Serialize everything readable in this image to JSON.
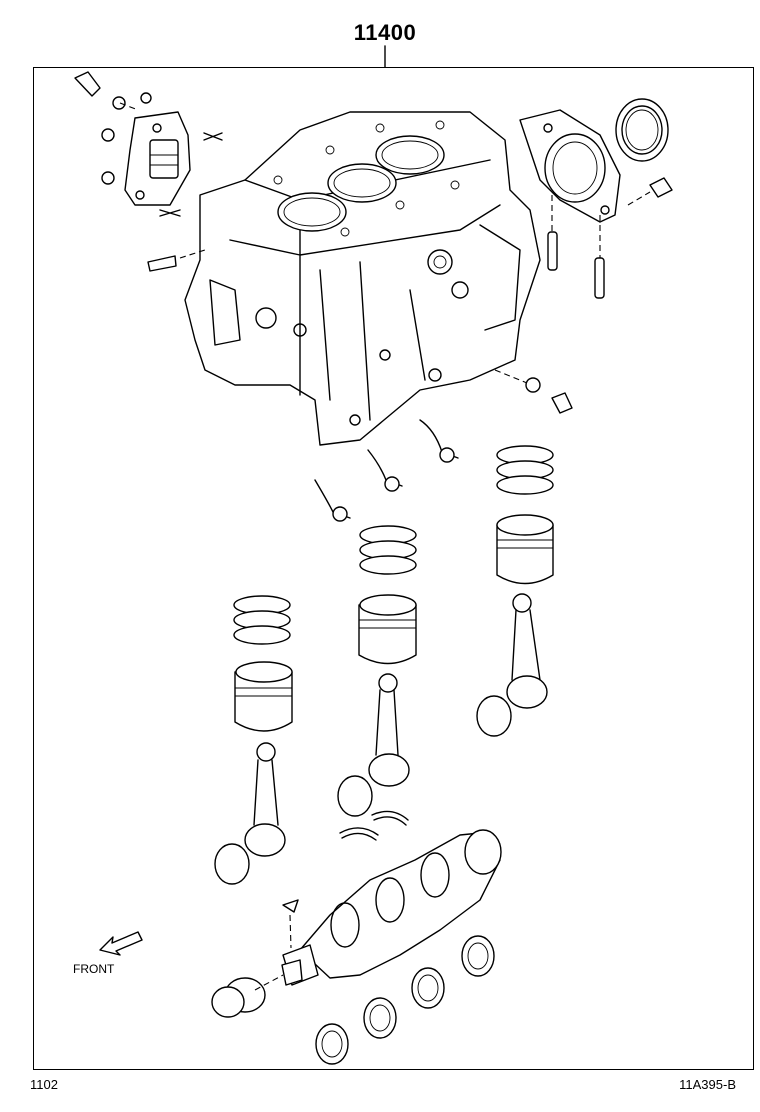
{
  "diagram": {
    "part_number": "11400",
    "front_label": "FRONT",
    "footer_left": "1102",
    "footer_right": "11A395-B"
  }
}
